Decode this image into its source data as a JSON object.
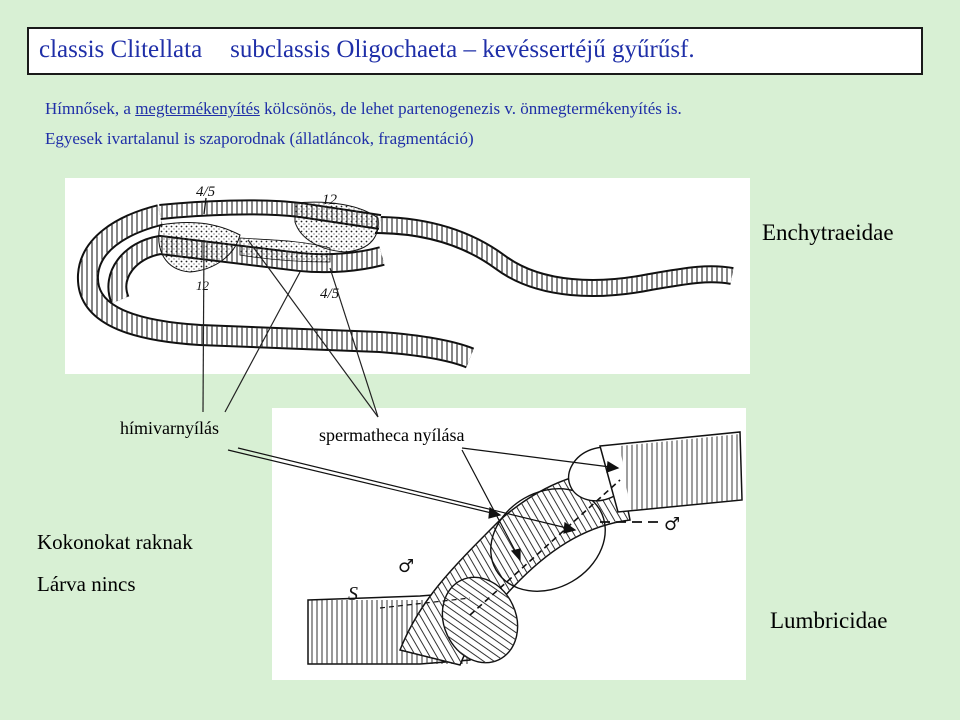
{
  "title": {
    "part1": "classis Clitellata",
    "part2": "subclassis Oligochaeta – kevéssertéjű gyűrűsf."
  },
  "body": {
    "line1_prefix": "Hímnősek, a ",
    "line1_underlined": "megtermékenyítés",
    "line1_suffix": " kölcsönös, de lehet partenogenezis v. önmegtermékenyítés is.",
    "line2": "Egyesek ivartalanul is szaporodnak (állatláncok, fragmentáció)"
  },
  "figure_top": {
    "marks": {
      "a": "4/5",
      "b": "12",
      "c": "12",
      "d": "4/5"
    },
    "family": "Enchytraeidae"
  },
  "labels": {
    "male_pore": "hímivarnyílás",
    "spermatheca": "spermatheca nyílása"
  },
  "figure_bottom": {
    "s_mark": "S",
    "male_symbol_1": "♂",
    "male_symbol_2": "♂",
    "family": "Lumbricidae"
  },
  "notes": {
    "cocoon": "Kokonokat raknak",
    "larva": "Lárva nincs"
  },
  "colors": {
    "background": "#d8f0d4",
    "title_text": "#1f2fa8",
    "body_text": "#1f2fa8"
  }
}
